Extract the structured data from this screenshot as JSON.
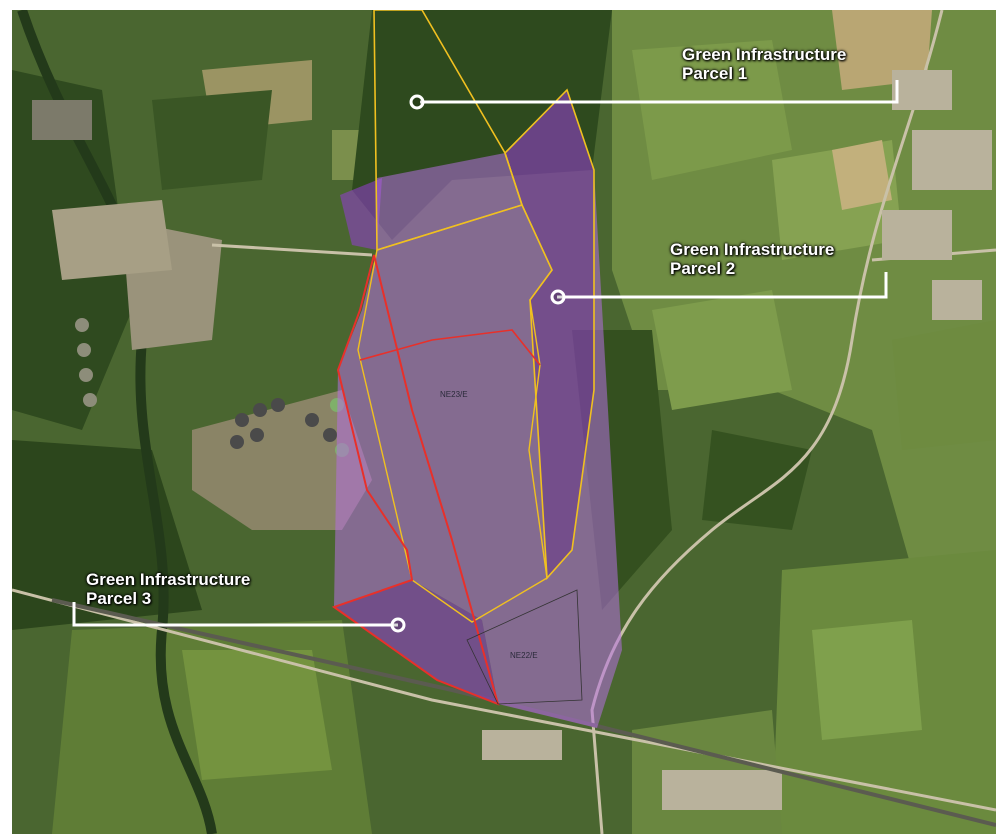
{
  "map": {
    "callouts": [
      {
        "line1": "Green Infrastructure",
        "line2": "Parcel 1"
      },
      {
        "line1": "Green Infrastructure",
        "line2": "Parcel 2"
      },
      {
        "line1": "Green Infrastructure",
        "line2": "Parcel 3"
      }
    ],
    "parcel_codes": [
      "NE23/E",
      "NE22/E"
    ],
    "colors": {
      "development_fill": "#b46fe0",
      "green_infrastructure_fill": "#8e3fc4",
      "red_boundary": "#e8302a",
      "yellow_boundary": "#f0c020",
      "callout_line": "#ffffff"
    }
  }
}
